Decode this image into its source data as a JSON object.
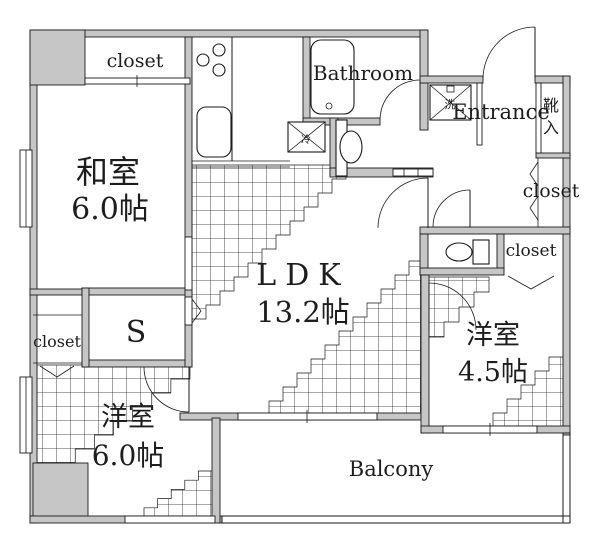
{
  "plan": {
    "rooms": {
      "closet_top": "closet",
      "washitsu_name": "和室",
      "washitsu_size": "6.0帖",
      "bathroom": "Bathroom",
      "entrance": "Entrance",
      "shoe_char1": "靴",
      "shoe_char2": "入",
      "closet_right": "closet",
      "closet_wc": "closet",
      "ldk_name": "LDK",
      "ldk_size": "13.2帖",
      "storage": "S",
      "closet_sw": "closet",
      "yoshitsu6_name": "洋室",
      "yoshitsu6_size": "6.0帖",
      "yoshitsu45_name": "洋室",
      "yoshitsu45_size": "4.5帖",
      "balcony": "Balcony"
    },
    "fixtures": {
      "refrigerator": "冷",
      "washer": "洗"
    },
    "colors": {
      "wall": "#c6c6c6",
      "line": "#1a1a1a",
      "text": "#1d1d1d",
      "background": "#ffffff"
    }
  }
}
